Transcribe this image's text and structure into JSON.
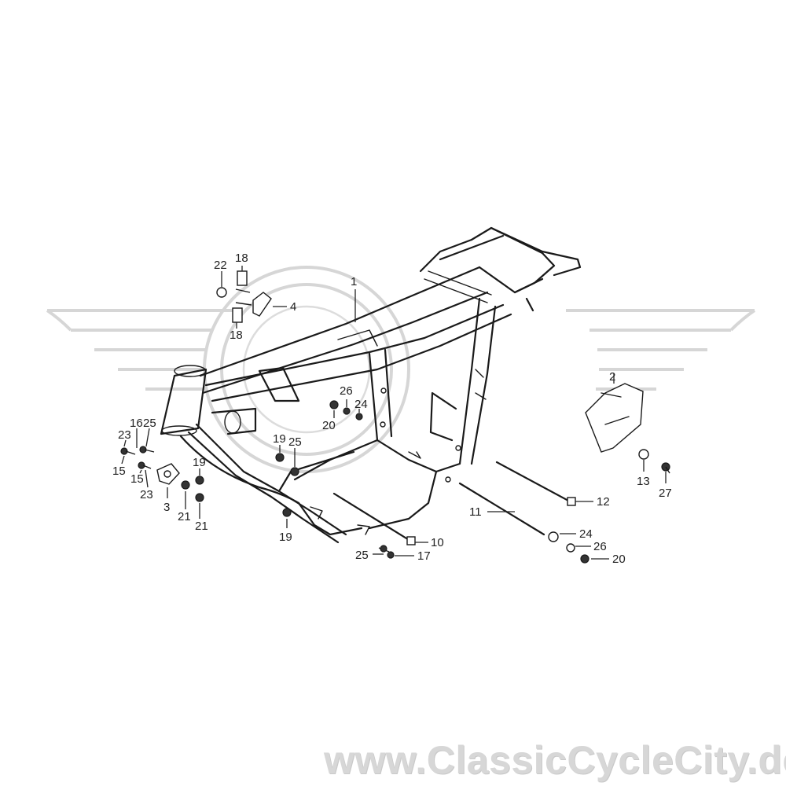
{
  "watermark": {
    "text": "www.ClassicCycleCity.de"
  },
  "callouts": [
    "1",
    "2",
    "3",
    "4",
    "10",
    "11",
    "12",
    "13",
    "15",
    "15",
    "16",
    "17",
    "18",
    "18",
    "19",
    "19",
    "19",
    "20",
    "20",
    "21",
    "21",
    "22",
    "23",
    "23",
    "24",
    "24",
    "25",
    "25",
    "25",
    "26",
    "26",
    "27"
  ],
  "colors": {
    "line": "#1a1a1a",
    "watermark": "#d6d6d6",
    "background": "#ffffff"
  }
}
